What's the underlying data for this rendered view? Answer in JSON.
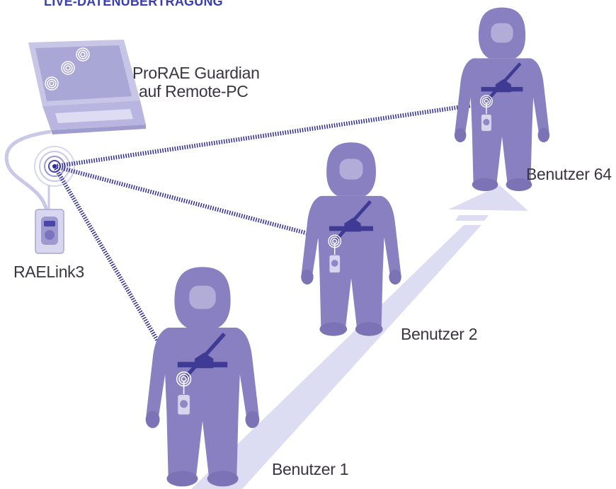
{
  "title": "LIVE-DATENÜBERTRAGUNG",
  "labels": {
    "software_line1": "ProRAE Guardian",
    "software_line2": "auf Remote-PC",
    "base_station": "RAELink3",
    "user1": "Benutzer 1",
    "user2": "Benutzer 2",
    "user64": "Benutzer 64"
  },
  "icons": [
    "laptop-icon",
    "raelink3-device-icon",
    "wireless-signal-icon",
    "person-in-protective-suit-icon",
    "gas-monitor-icon"
  ],
  "colors": {
    "figure": "#8880c0",
    "figure_dark": "#3f3a94",
    "path": "#dcdcf2",
    "laptop": "#c7c6e6",
    "link_dots": "#2f2d94",
    "title": "#3a3fb0"
  }
}
